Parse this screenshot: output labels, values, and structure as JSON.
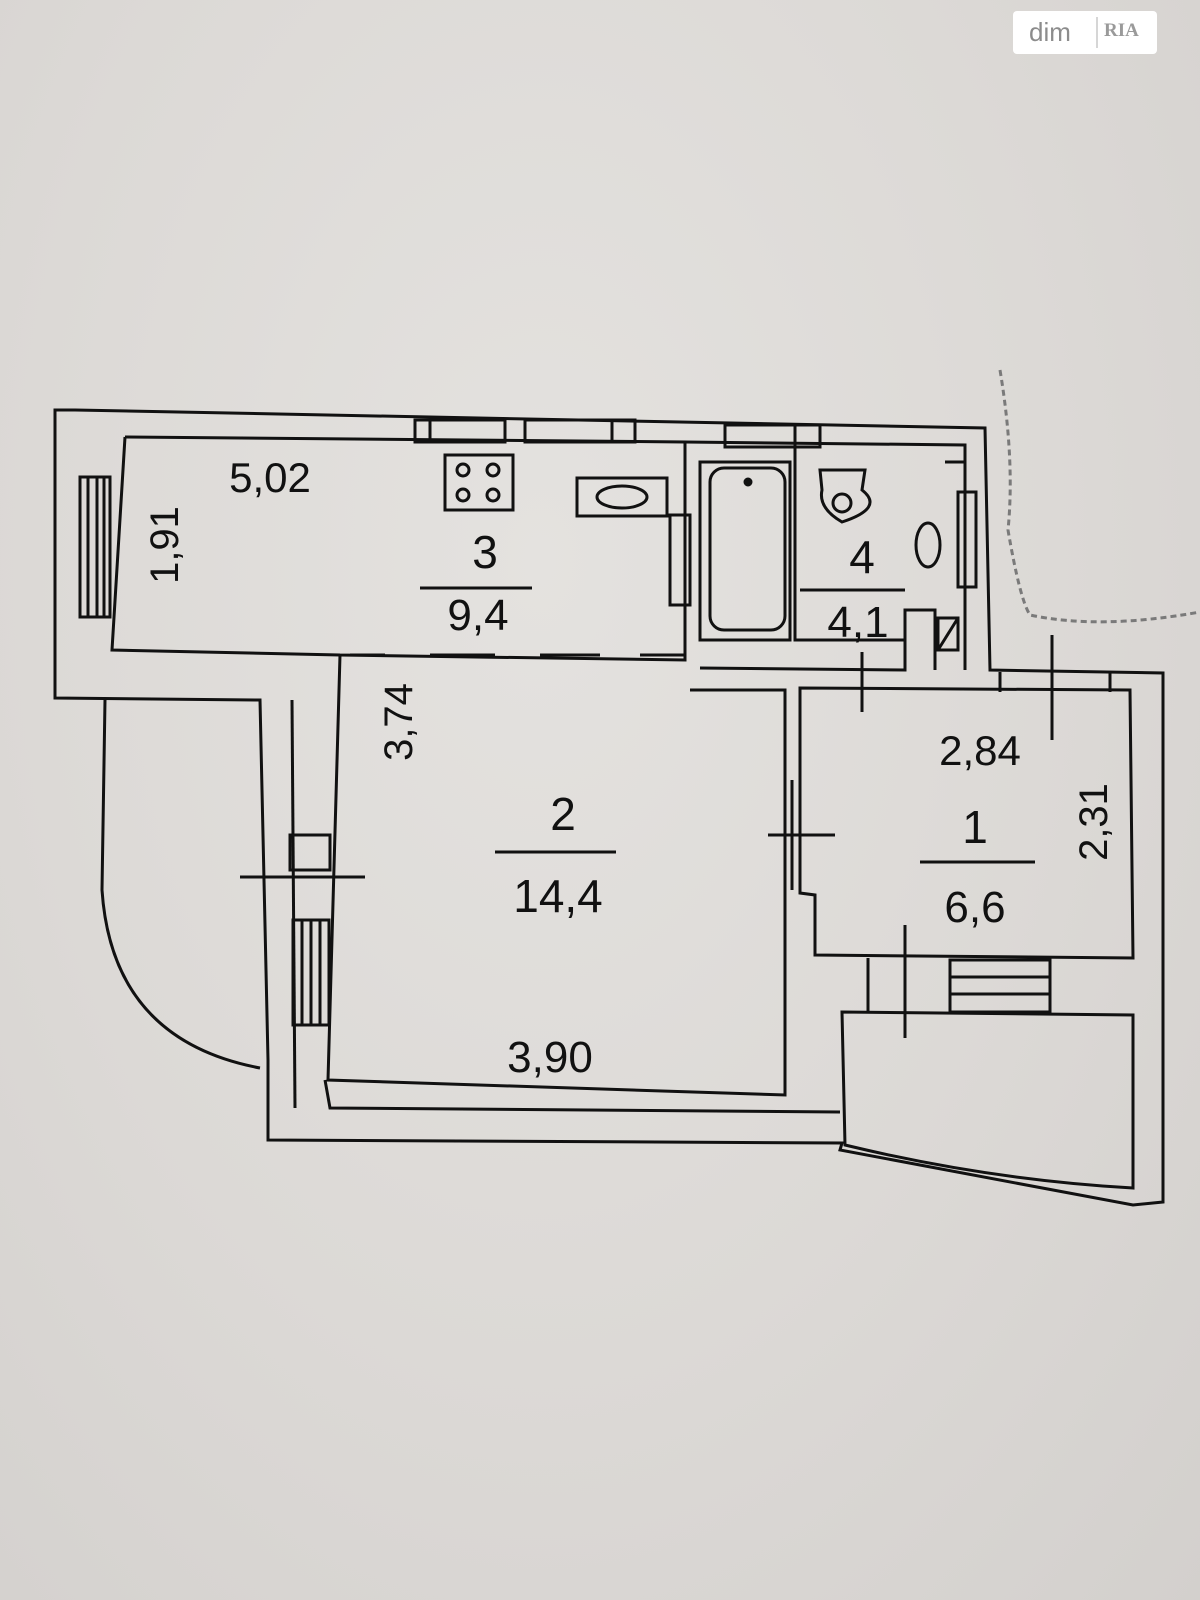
{
  "watermark": {
    "brand": "dim",
    "mark": "RIA"
  },
  "colors": {
    "paper": "#dcd9d6",
    "ink": "#111111",
    "watermark_text": "#8c8c8c"
  },
  "rooms": [
    {
      "number": "1",
      "area": "6,6"
    },
    {
      "number": "2",
      "area": "14,4"
    },
    {
      "number": "3",
      "area": "9,4"
    },
    {
      "number": "4",
      "area": "4,1"
    }
  ],
  "dimensions": {
    "kitchen_width": "5,02",
    "kitchen_depth": "1,91",
    "room_depth": "3,74",
    "room_width": "3,90",
    "hall_width": "2,84",
    "hall_depth": "2,31"
  }
}
